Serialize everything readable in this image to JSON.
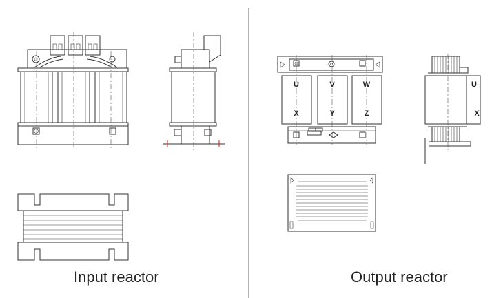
{
  "captions": {
    "input": "Input reactor",
    "output": "Output reactor"
  },
  "terminals": {
    "top": [
      "U",
      "V",
      "W"
    ],
    "bottom": [
      "X",
      "Y",
      "Z"
    ],
    "side_top": "U",
    "side_bottom": "X"
  },
  "colors": {
    "line": "#333333",
    "accent_marks": "#cc2222",
    "background": "#ffffff"
  }
}
